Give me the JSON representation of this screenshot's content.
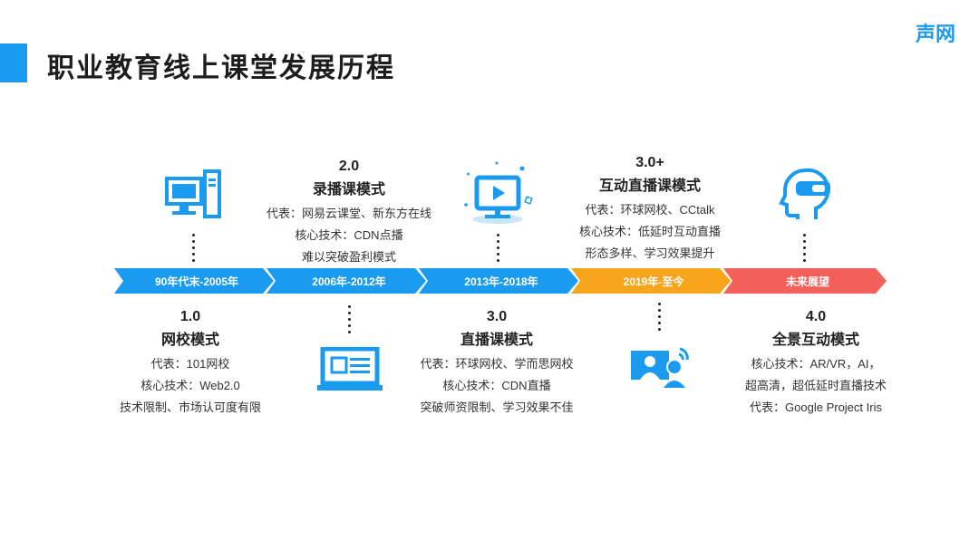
{
  "header": {
    "title": "职业教育线上课堂发展历程",
    "logo": "声网"
  },
  "colors": {
    "accent": "#1a9bf0",
    "segment_blue": "#1a9bf0",
    "segment_orange": "#f7a51c",
    "segment_red": "#f4605a"
  },
  "timeline": {
    "segments": [
      {
        "label": "90年代末-2005年",
        "color": "#1a9bf0"
      },
      {
        "label": "2006年-2012年",
        "color": "#1a9bf0"
      },
      {
        "label": "2013年-2018年",
        "color": "#1a9bf0"
      },
      {
        "label": "2019年-至今",
        "color": "#f7a51c"
      },
      {
        "label": "未来展望",
        "color": "#f4605a"
      }
    ]
  },
  "stages": {
    "s1": {
      "version": "1.0",
      "mode": "网校模式",
      "lines": [
        "代表：101网校",
        "核心技术：Web2.0",
        "技术限制、市场认可度有限"
      ],
      "icon": "desktop-computer-icon"
    },
    "s2": {
      "version": "2.0",
      "mode": "录播课模式",
      "lines": [
        "代表：网易云课堂、新东方在线",
        "核心技术：CDN点播",
        "难以突破盈利模式"
      ],
      "icon": "laptop-icon"
    },
    "s3": {
      "version": "3.0",
      "mode": "直播课模式",
      "lines": [
        "代表：环球网校、学而思网校",
        "核心技术：CDN直播",
        "突破师资限制、学习效果不佳"
      ],
      "icon": "monitor-play-icon"
    },
    "s4": {
      "version": "3.0+",
      "mode": "互动直播课模式",
      "lines": [
        "代表：环球网校、CCtalk",
        "核心技术：低延时互动直播",
        "形态多样、学习效果提升"
      ],
      "icon": "video-call-icon"
    },
    "s5": {
      "version": "4.0",
      "mode": "全景互动模式",
      "lines": [
        "核心技术：AR/VR，AI，",
        "超高清，超低延时直播技术",
        "代表：Google Project Iris"
      ],
      "icon": "vr-headset-icon"
    }
  }
}
